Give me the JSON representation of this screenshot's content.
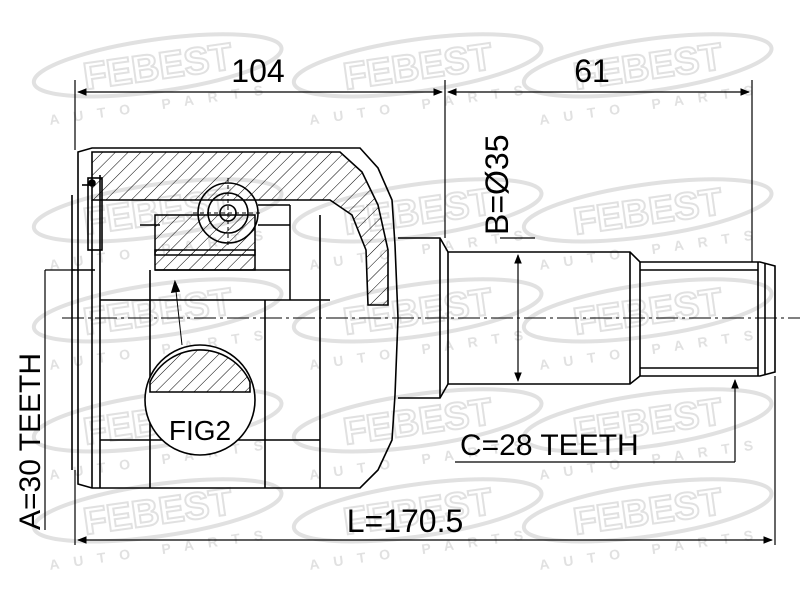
{
  "dimensions": {
    "top_left_length": "104",
    "top_right_length": "61",
    "shaft_diameter": "B=Ø35",
    "outer_spline": "C=28 TEETH",
    "inner_spline": "A=30 TEETH",
    "total_length": "L=170.5",
    "detail_label": "FIG2"
  },
  "watermark": {
    "brand": "FEBEST",
    "tagline": "AUTO PARTS",
    "color": "#c8c8c8"
  },
  "colors": {
    "line": "#000000",
    "hatch": "#000000",
    "background": "#ffffff"
  }
}
